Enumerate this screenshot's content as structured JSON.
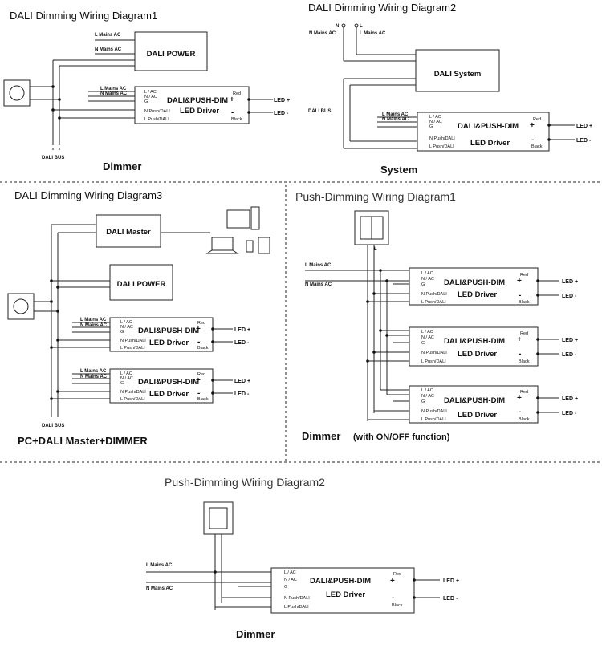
{
  "titles": {
    "d1": "DALI  Dimming  Wiring Diagram1",
    "d2": "DALI  Dimming  Wiring Diagram2",
    "d3": "DALI  Dimming  Wiring Diagram3",
    "p1": "Push-Dimming Wiring Diagram1",
    "p2": "Push-Dimming Wiring Diagram2"
  },
  "captions": {
    "d1": "Dimmer",
    "d2": "System",
    "d3": "PC+DALI Master+DIMMER",
    "p1_main": "Dimmer",
    "p1_sub": "(with ON/OFF function)",
    "p2": "Dimmer"
  },
  "labels": {
    "l_mains": "L Mains AC",
    "n_mains": "N Mains AC",
    "n": "N",
    "l": "L",
    "l_short": "L",
    "dali_power": "DALI POWER",
    "dali_system": "DALI System",
    "dali_master": "DALI Master",
    "dali_bus": "DALI  BUS",
    "dali_bus_2": "DALI BUS",
    "driver_line1": "DALI&PUSH-DIM",
    "driver_line2": "LED Driver",
    "term_lac": "L / AC",
    "term_nac": "N / AC",
    "term_g": "G",
    "term_npush": "N Push/DALI",
    "term_lpush": "L Push/DALI",
    "red": "Red",
    "black": "Black",
    "plus": "+",
    "minus": "-",
    "led_plus": "LED +",
    "led_minus": "LED -"
  }
}
